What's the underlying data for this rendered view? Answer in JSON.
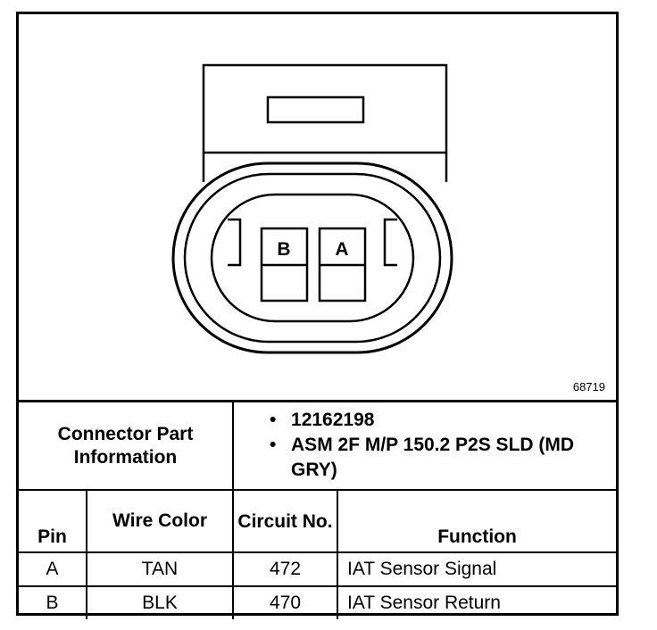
{
  "diagram": {
    "pin_left_label": "B",
    "pin_right_label": "A",
    "figure_number": "68719"
  },
  "part_info": {
    "label": "Connector Part Information",
    "items": [
      "12162198",
      "ASM 2F M/P 150.2 P2S SLD (MD GRY)"
    ]
  },
  "table": {
    "headers": {
      "pin": "Pin",
      "wire_color": "Wire Color",
      "circuit": "Circuit No.",
      "function": "Function"
    },
    "rows": [
      {
        "pin": "A",
        "wire_color": "TAN",
        "circuit": "472",
        "function": "IAT Sensor Signal"
      },
      {
        "pin": "B",
        "wire_color": "BLK",
        "circuit": "470",
        "function": "IAT Sensor Return"
      }
    ]
  }
}
